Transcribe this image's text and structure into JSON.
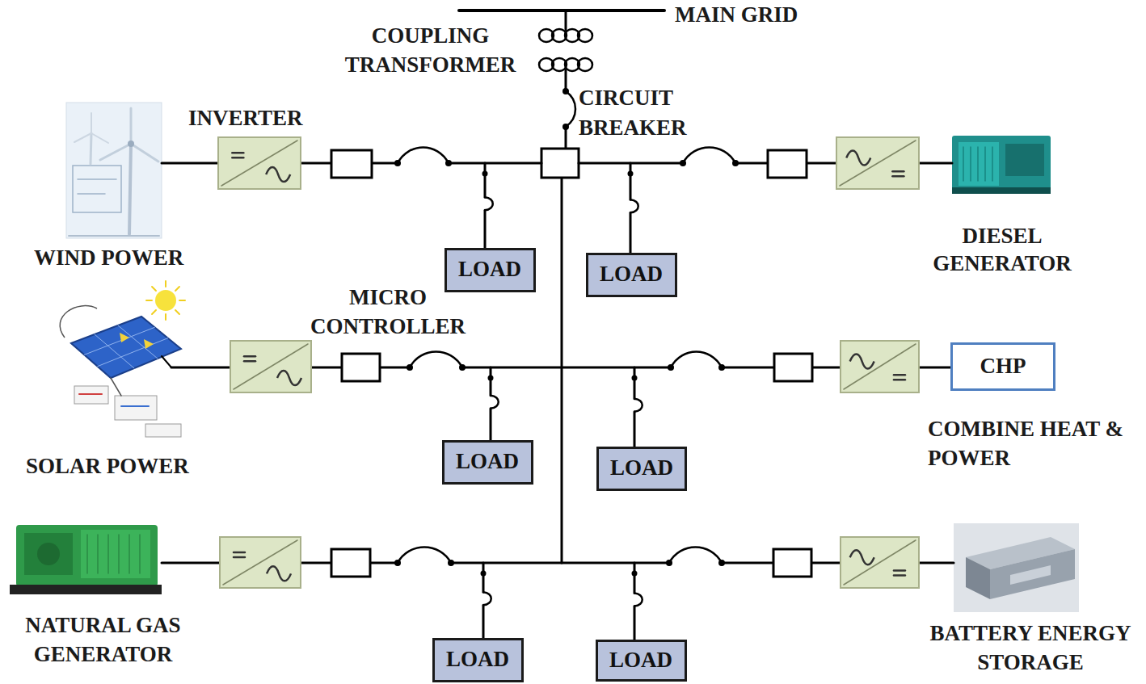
{
  "diagram": {
    "nodes": [
      {
        "text": [
          "LOAD"
        ]
      },
      {
        "text": [
          "LOAD"
        ]
      },
      {
        "text": [
          "CHP"
        ]
      },
      {
        "text": [
          "LOAD"
        ]
      },
      {
        "text": [
          "LOAD"
        ]
      },
      {
        "text": [
          "LOAD"
        ]
      },
      {
        "text": [
          "LOAD"
        ]
      }
    ],
    "labels": [
      "MAIN GRID",
      "COUPLING TRANSFORMER",
      "CIRCUIT BREAKER",
      "INVERTER",
      "DIESEL GENERATOR",
      "WIND POWER",
      "MICRO CONTROLLER",
      "COMBINE HEAT & POWER",
      "SOLAR POWER",
      "NATURAL GAS GENERATOR",
      "BATTERY ENERGY STORAGE"
    ]
  }
}
